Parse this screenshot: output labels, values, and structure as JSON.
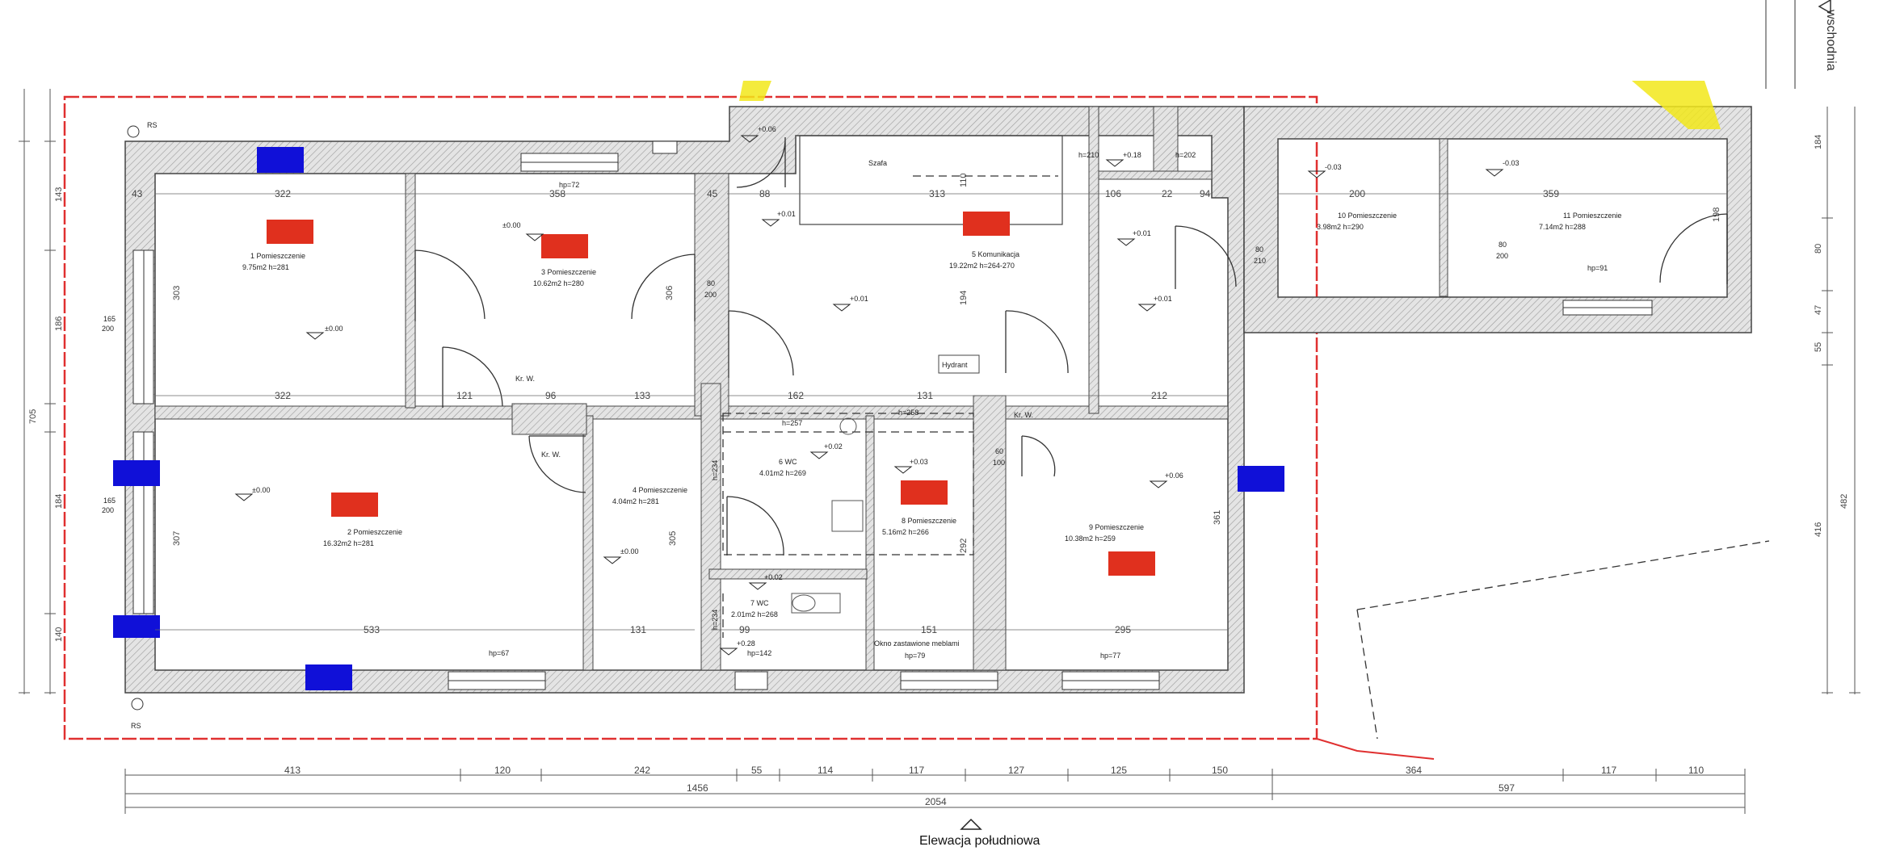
{
  "colors": {
    "red_marker": "#e0301e",
    "blue_marker": "#1010d8",
    "cloud": "#e03030",
    "wall": "#cccccc"
  },
  "top_right_label": "wschodnia",
  "bottom_label": "Elewacja południowa",
  "rooms": [
    {
      "id": "1",
      "name": "Pomieszczenie",
      "area": "9.75m2",
      "height": "h=281"
    },
    {
      "id": "2",
      "name": "Pomieszczenie",
      "area": "16.32m2",
      "height": "h=281"
    },
    {
      "id": "3",
      "name": "Pomieszczenie",
      "area": "10.62m2",
      "height": "h=280"
    },
    {
      "id": "4",
      "name": "Pomieszczenie",
      "area": "4.04m2",
      "height": "h=281"
    },
    {
      "id": "5",
      "name": "Komunikacja",
      "area": "19.22m2",
      "height": "h=264-270"
    },
    {
      "id": "6",
      "name": "WC",
      "area": "4.01m2",
      "height": "h=269"
    },
    {
      "id": "7",
      "name": "WC",
      "area": "2.01m2",
      "height": "h=268"
    },
    {
      "id": "8",
      "name": "Pomieszczenie",
      "area": "5.16m2",
      "height": "h=266"
    },
    {
      "id": "9",
      "name": "Pomieszczenie",
      "area": "10.38m2",
      "height": "h=259"
    },
    {
      "id": "10",
      "name": "Pomieszczenie",
      "area": "3.98m2",
      "height": "h=290"
    },
    {
      "id": "11",
      "name": "Pomieszczenie",
      "area": "7.14m2",
      "height": "h=288"
    }
  ],
  "notes": {
    "szafa": "Szafa",
    "hydrant": "Hydrant",
    "okno": "Okno zastawione meblami",
    "krw": "Kr. W.",
    "h257": "h=257",
    "h258": "h=258",
    "h234": "h=234",
    "h210": "h=210",
    "h202": "h=202",
    "rs": "RS"
  },
  "elevations": {
    "e1": "±0.00",
    "e3": "±0.00",
    "e2": "±0.00",
    "e4": "±0.00",
    "e5a": "+0.01",
    "e5b": "+0.01",
    "e5c": "+0.01",
    "e5d": "+0.01",
    "e6": "+0.02",
    "e7": "+0.02",
    "e8": "+0.03",
    "e9": "+0.06",
    "e10": "-0.03",
    "e11": "-0.03",
    "etop": "+0.06",
    "e18": "+0.18",
    "e28": "+0.28"
  },
  "sills": {
    "hp72": "hp=72",
    "hp67": "hp=67",
    "hp142": "hp=142",
    "hp79": "hp=79",
    "hp77": "hp=77",
    "hp91": "hp=91"
  },
  "dims_bottom_row1": [
    "413",
    "120",
    "242",
    "55",
    "114",
    "117",
    "127",
    "125",
    "150",
    "364",
    "117",
    "110"
  ],
  "dims_bottom_row2": [
    "1456",
    "597"
  ],
  "dims_bottom_row3": [
    "2054"
  ],
  "dims_left": [
    "143",
    "186",
    "705",
    "184",
    "140"
  ],
  "dims_right": [
    "184",
    "80",
    "47",
    "55",
    "416",
    "482"
  ],
  "dims_room": {
    "d322a": "322",
    "d358": "358",
    "d322b": "322",
    "d121": "121",
    "d96": "96",
    "d133": "133",
    "d533": "533",
    "d131a": "131",
    "d313": "313",
    "d162": "162",
    "d131b": "131",
    "d212": "212",
    "d99": "99",
    "d151": "151",
    "d295": "295",
    "d200": "200",
    "d359": "359",
    "d106": "106",
    "d94": "94",
    "d43": "43",
    "d45": "45",
    "d88": "88",
    "d22": "22",
    "d303": "303",
    "d306": "306",
    "d305": "305",
    "d307": "307",
    "d194": "194",
    "d292": "292",
    "d361": "361",
    "d198": "198",
    "d110": "110"
  },
  "doors": {
    "door80_200a": "80",
    "door80_200b": "200",
    "door80_210a": "80",
    "door80_210b": "210",
    "door80_200c": "80",
    "door80_200d": "200",
    "door60_100a": "60",
    "door60_100b": "100",
    "win165_200a": "165",
    "win165_200b": "200"
  }
}
